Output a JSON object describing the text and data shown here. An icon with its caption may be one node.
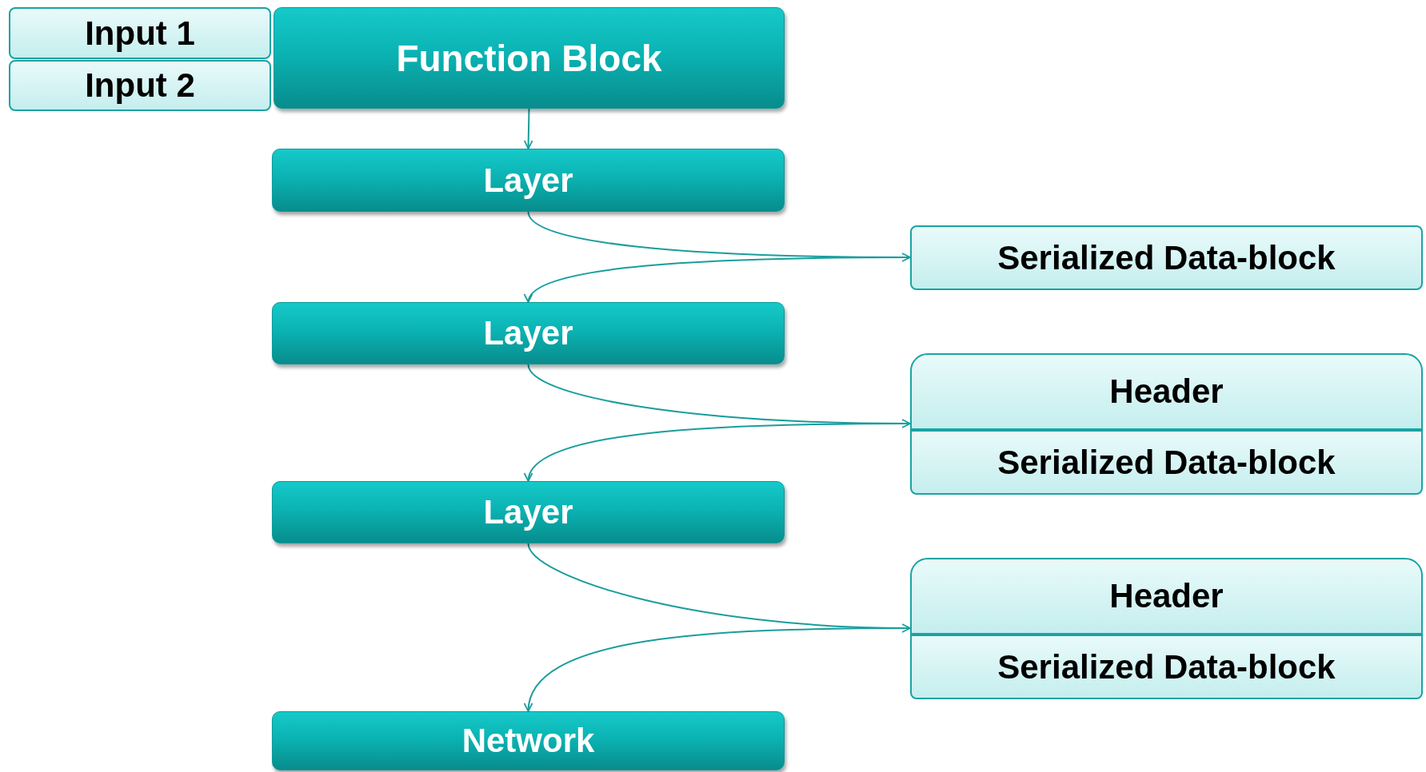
{
  "diagram": {
    "nodes": [
      {
        "text": [
          "Input 1"
        ]
      },
      {
        "text": [
          "Input 2"
        ]
      },
      {
        "text": [
          "Function Block"
        ]
      },
      {
        "text": [
          "Layer"
        ]
      },
      {
        "text": [
          "Serialized Data-block"
        ]
      },
      {
        "text": [
          "Layer"
        ]
      },
      {
        "text": [
          "Header"
        ]
      },
      {
        "text": [
          "Serialized Data-block"
        ]
      },
      {
        "text": [
          "Layer"
        ]
      },
      {
        "text": [
          "Header"
        ]
      },
      {
        "text": [
          "Serialized Data-block"
        ]
      },
      {
        "text": [
          "Network"
        ]
      }
    ],
    "edges": [
      {
        "from": 2,
        "to": 3,
        "arrow": "to"
      },
      {
        "from": 3,
        "to": 4,
        "arrow": "to"
      },
      {
        "from": 4,
        "to": 5,
        "arrow": "to"
      },
      {
        "from": 5,
        "to": 6,
        "arrow": "to"
      },
      {
        "from": 6,
        "to": 8,
        "arrow": "to"
      },
      {
        "from": 8,
        "to": 9,
        "arrow": "to"
      },
      {
        "from": 9,
        "to": 11,
        "arrow": "to"
      }
    ]
  }
}
